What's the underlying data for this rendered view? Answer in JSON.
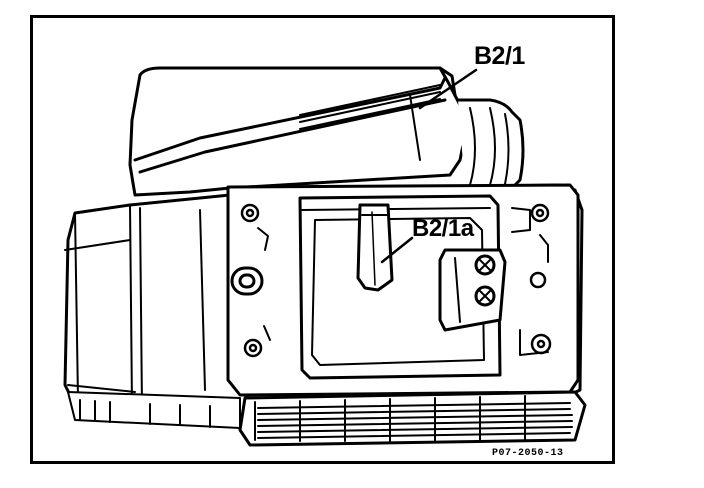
{
  "figure": {
    "callouts": {
      "component": "B2/1",
      "subcomponent": "B2/1a"
    },
    "figure_code": "P07-2050-13"
  },
  "colors": {
    "ink": "#000000",
    "paper": "#ffffff"
  }
}
